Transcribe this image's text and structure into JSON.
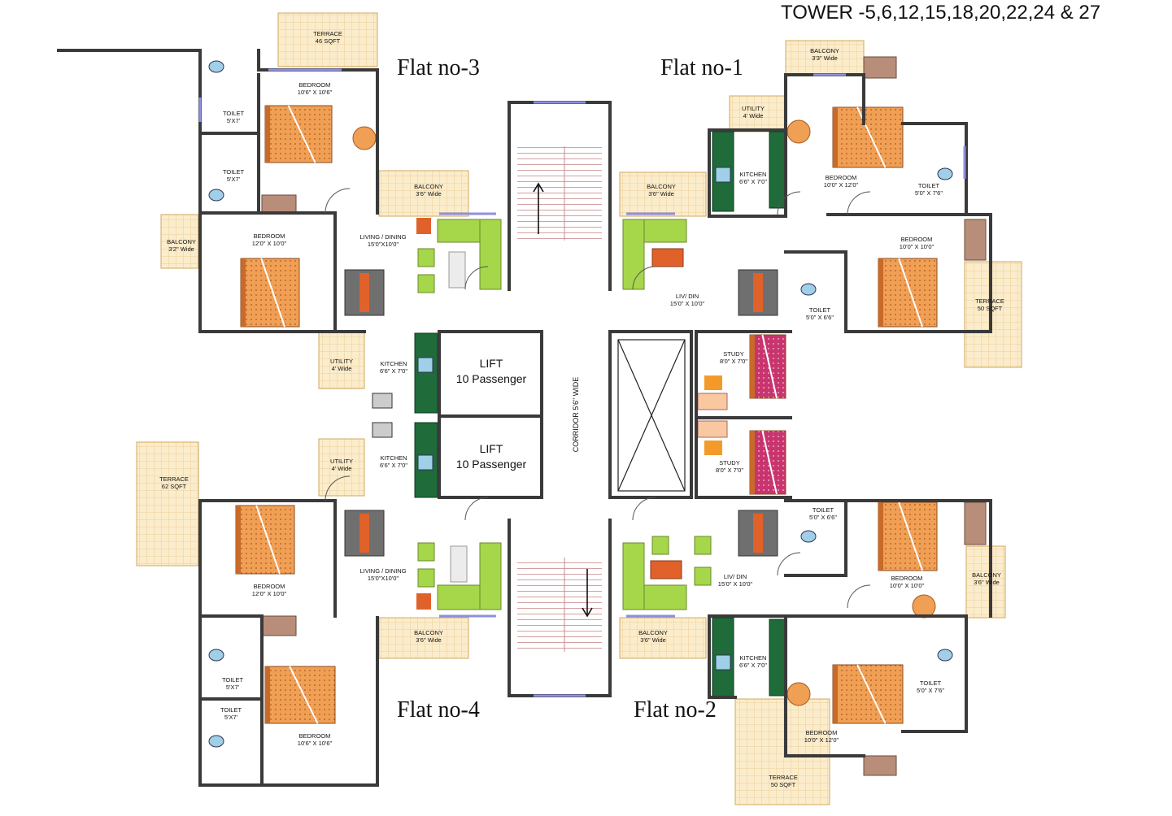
{
  "title": "TOWER -5,6,12,15,18,20,22,24 & 27",
  "flats": {
    "flat1": "Flat no-1",
    "flat2": "Flat no-2",
    "flat3": "Flat no-3",
    "flat4": "Flat no-4"
  },
  "core": {
    "corridor": "CORRIDOR 5'6\" WIDE",
    "lift_label": "LIFT",
    "lift_capacity": "10 Passenger"
  },
  "rooms": {
    "f3_terrace": [
      "TERRACE",
      "46 SQFT"
    ],
    "f3_bedroom1": [
      "BEDROOM",
      "10'6\" X 10'6\""
    ],
    "f3_toilet1": [
      "TOILET",
      "5'X7'"
    ],
    "f3_toilet2": [
      "TOILET",
      "5'X7'"
    ],
    "f3_balcony_left": [
      "BALCONY",
      "3'2\" Wide"
    ],
    "f3_bedroom2": [
      "BEDROOM",
      "12'0\" X 10'0\""
    ],
    "f3_living": [
      "LIVING / DINING",
      "15'0\"X10'0\""
    ],
    "f3_balcony": [
      "BALCONY",
      "3'6\" Wide"
    ],
    "f3_utility": [
      "UTILITY",
      "4' Wide"
    ],
    "f3_kitchen": [
      "KITCHEN",
      "6'6\" X 7'0\""
    ],
    "f1_balcony_top": [
      "BALCONY",
      "3'3\" Wide"
    ],
    "f1_utility": [
      "UTILITY",
      "4' Wide"
    ],
    "f1_kitchen": [
      "KITCHEN",
      "6'6\" X 7'0\""
    ],
    "f1_balcony": [
      "BALCONY",
      "3'6\" Wide"
    ],
    "f1_bedroom1": [
      "BEDROOM",
      "10'0\" X 12'0\""
    ],
    "f1_toilet1": [
      "TOILET",
      "5'0\" X 7'6\""
    ],
    "f1_bedroom2": [
      "BEDROOM",
      "10'0\" X 10'0\""
    ],
    "f1_livdin": [
      "LIV/ DIN",
      "15'0\" X 10'0\""
    ],
    "f1_toilet2": [
      "TOILET",
      "5'0\" X 6'6\""
    ],
    "f1_terrace": [
      "TERRACE",
      "50 SQFT"
    ],
    "f1_study": [
      "STUDY",
      "8'0\" X 7'0\""
    ],
    "f4_terrace": [
      "TERRACE",
      "62 SQFT"
    ],
    "f4_utility": [
      "UTILITY",
      "4' Wide"
    ],
    "f4_kitchen": [
      "KITCHEN",
      "6'6\" X 7'0\""
    ],
    "f4_living": [
      "LIVING / DINING",
      "15'0\"X10'0\""
    ],
    "f4_bedroom1": [
      "BEDROOM",
      "12'0\" X 10'0\""
    ],
    "f4_balcony": [
      "BALCONY",
      "3'6\" Wide"
    ],
    "f4_toilet1": [
      "TOILET",
      "5'X7'"
    ],
    "f4_toilet2": [
      "TOILET",
      "5'X7'"
    ],
    "f4_bedroom2": [
      "BEDROOM",
      "10'6\" X 10'6\""
    ],
    "f2_study": [
      "STUDY",
      "8'0\" X 7'0\""
    ],
    "f2_toilet1": [
      "TOILET",
      "5'0\" X 6'6\""
    ],
    "f2_livdin": [
      "LIV/ DIN",
      "15'0\" X 10'0\""
    ],
    "f2_bedroom1": [
      "BEDROOM",
      "10'0\" X 10'0\""
    ],
    "f2_balcony_right": [
      "BALCONY",
      "3'6\" Wide"
    ],
    "f2_balcony": [
      "BALCONY",
      "3'6\" Wide"
    ],
    "f2_kitchen": [
      "KITCHEN",
      "6'6\" X 7'0\""
    ],
    "f2_toilet2": [
      "TOILET",
      "5'0\" X 7'6\""
    ],
    "f2_bedroom2": [
      "BEDROOM",
      "10'0\" X 12'0\""
    ],
    "f2_terrace": [
      "TERRACE",
      "50 SQFT"
    ]
  },
  "colors": {
    "wall": "#3a3a3a",
    "bed": "#f0a055",
    "sofa": "#a6d64a",
    "kitchen": "#1f6b3a",
    "balcony": "#fbecc8",
    "dining": "#6f6f6f",
    "table": "#e0622a",
    "study_bed": "#c8356e",
    "window": "#8f8fe0"
  }
}
